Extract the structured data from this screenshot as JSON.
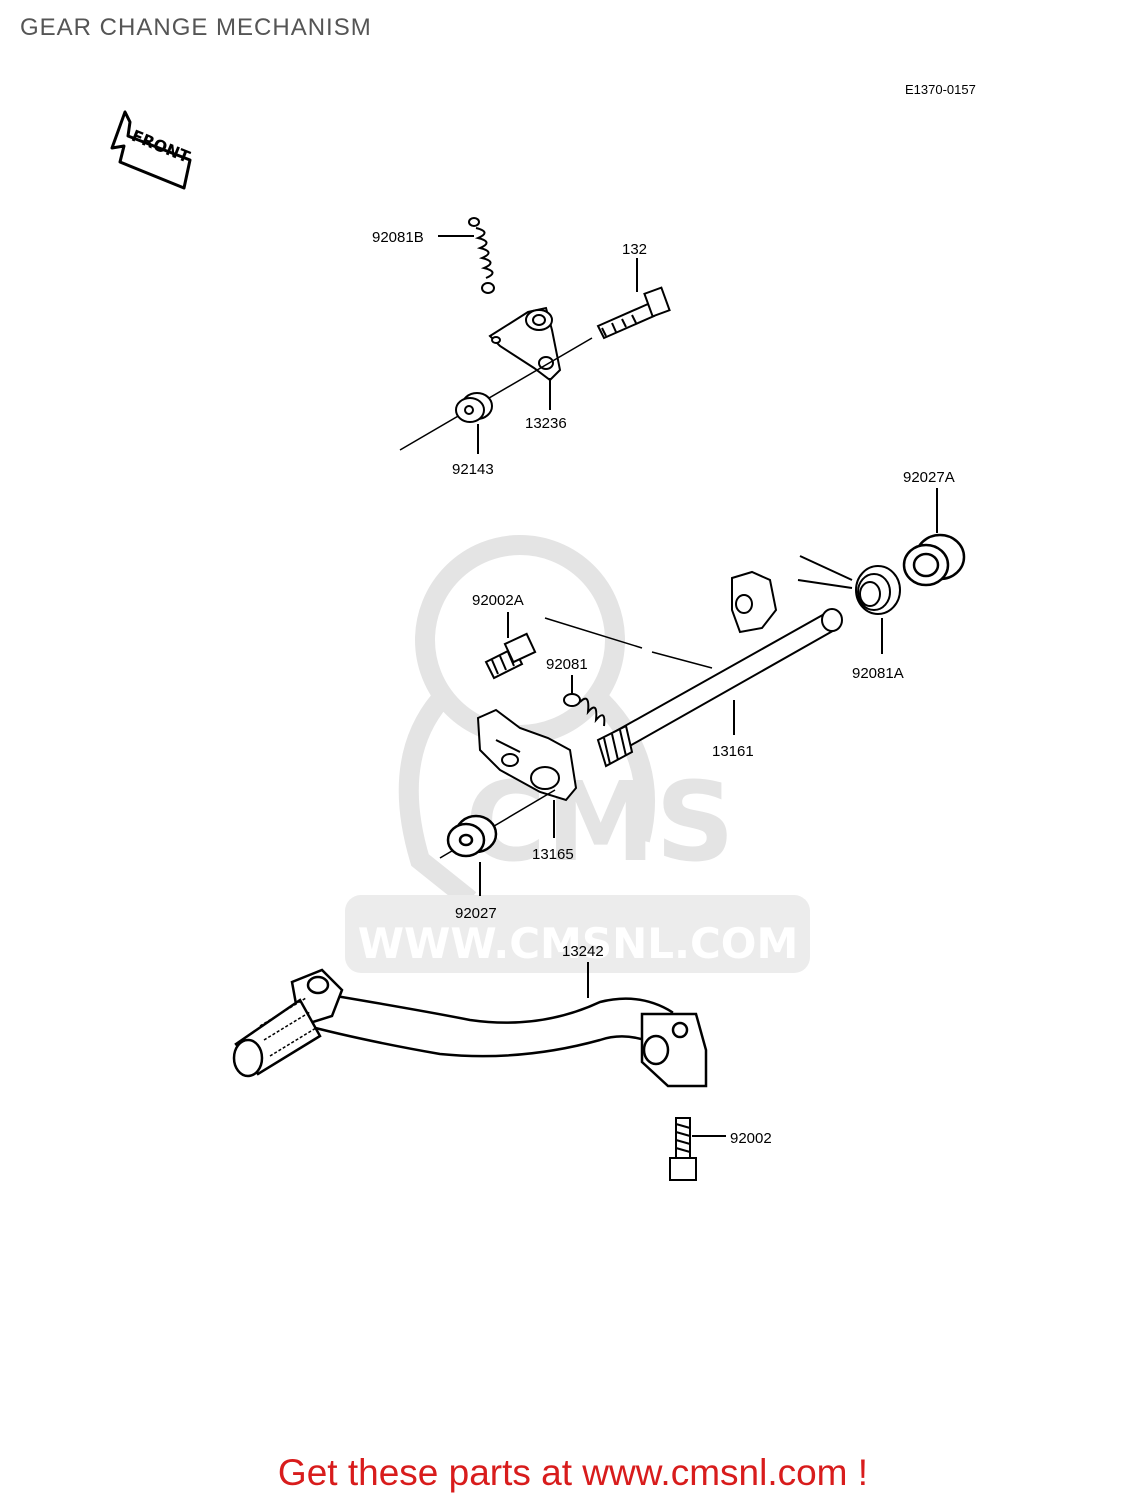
{
  "header": {
    "title": "GEAR CHANGE MECHANISM",
    "ref_code": "E1370-0157"
  },
  "front_marker": {
    "label": "FRONT"
  },
  "watermark": {
    "brand": "CMS",
    "url": "WWW.CMSNL.COM"
  },
  "parts": {
    "p92081B": "92081B",
    "p132": "132",
    "p13236": "13236",
    "p92143": "92143",
    "p92027A": "92027A",
    "p92002A": "92002A",
    "p92081": "92081",
    "p92081A": "92081A",
    "p13161": "13161",
    "p13165": "13165",
    "p92027": "92027",
    "p13242": "13242",
    "p92002": "92002"
  },
  "footer": {
    "promo": "Get these parts at www.cmsnl.com !"
  },
  "colors": {
    "promo": "#d81c1c",
    "title": "#555555",
    "watermark": "#e4e4e4"
  }
}
